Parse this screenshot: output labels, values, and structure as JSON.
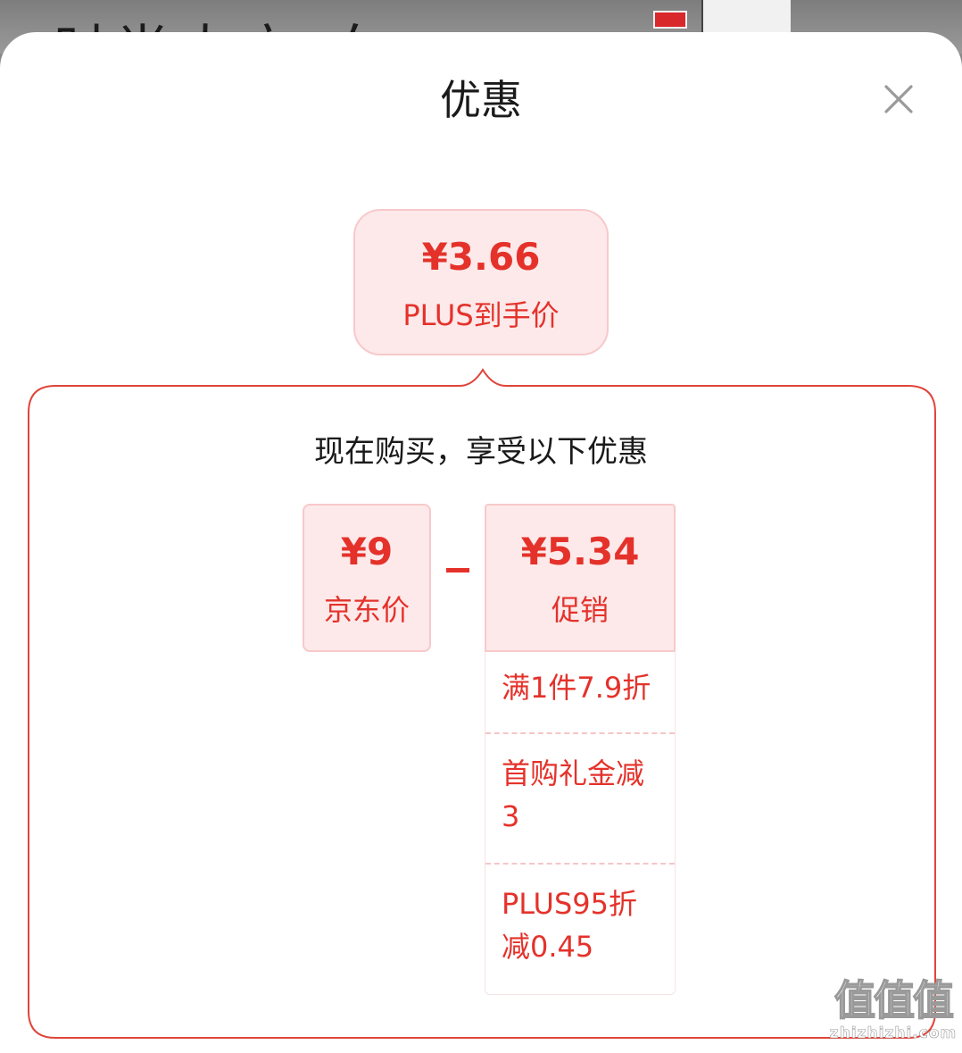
{
  "background": {
    "peek_text": "时尚大衣 白"
  },
  "sheet": {
    "title": "优惠",
    "close_icon": "close-icon"
  },
  "final_price": {
    "amount": "¥3.66",
    "label": "PLUS到手价"
  },
  "detail": {
    "heading": "现在购买，享受以下优惠",
    "jd_price": {
      "amount": "¥9",
      "label": "京东价"
    },
    "operator": "−",
    "promotion": {
      "amount": "¥5.34",
      "label": "促销"
    },
    "promo_items": [
      "满1件7.9折",
      "首购礼金减3",
      "PLUS95折减0.45"
    ]
  },
  "watermark": {
    "logo": "值值值",
    "url": "zhizhizhi.com"
  },
  "colors": {
    "accent": "#e4322b",
    "pill_bg": "#fde9ea",
    "pill_border": "#f8c9cb",
    "panel_border": "#e0453b"
  }
}
